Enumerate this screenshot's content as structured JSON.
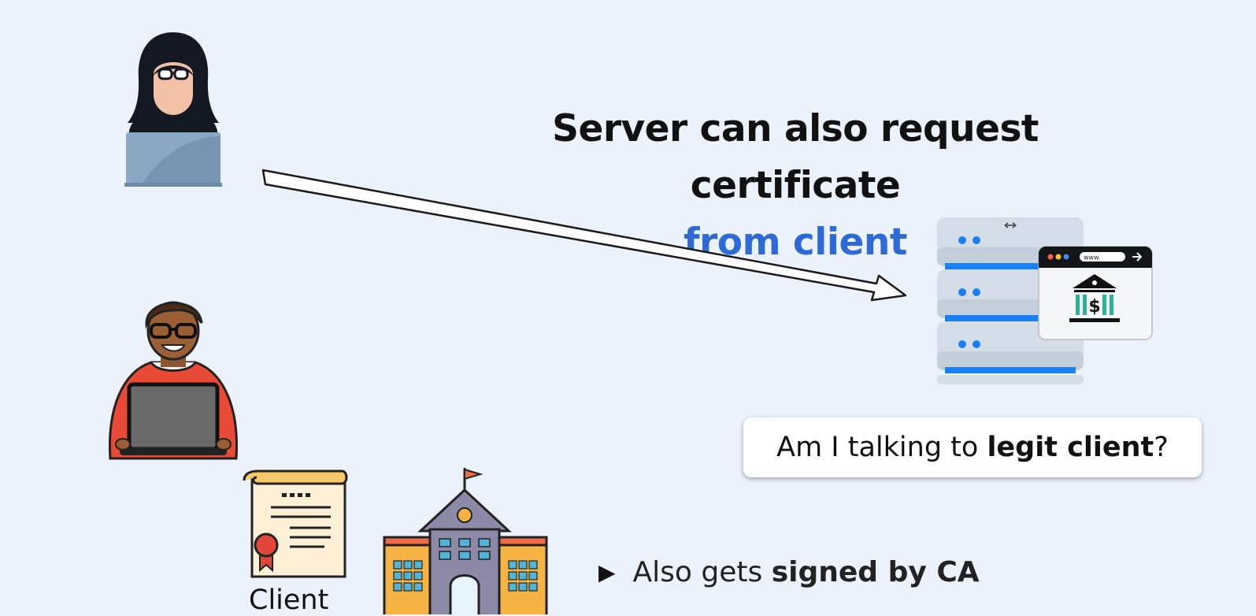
{
  "title": {
    "line1": "Server can also request certificate",
    "line2": "from client"
  },
  "callout": {
    "prefix": "Am I talking to ",
    "bold": "legit client",
    "suffix": "?"
  },
  "bullet": {
    "prefix": "Also gets ",
    "bold": "signed by CA"
  },
  "certificate": {
    "label": "Client"
  },
  "browser": {
    "url_text": "www."
  },
  "bank": {
    "symbol": "$"
  },
  "colors": {
    "background": "#ecf2fc",
    "accent_blue": "#2e6ad6",
    "server_stripe": "#1a7ff0"
  },
  "icons": [
    "hacker-icon",
    "arrow-icon",
    "server-icon",
    "bank-website-icon",
    "developer-icon",
    "certificate-icon",
    "university-icon"
  ]
}
